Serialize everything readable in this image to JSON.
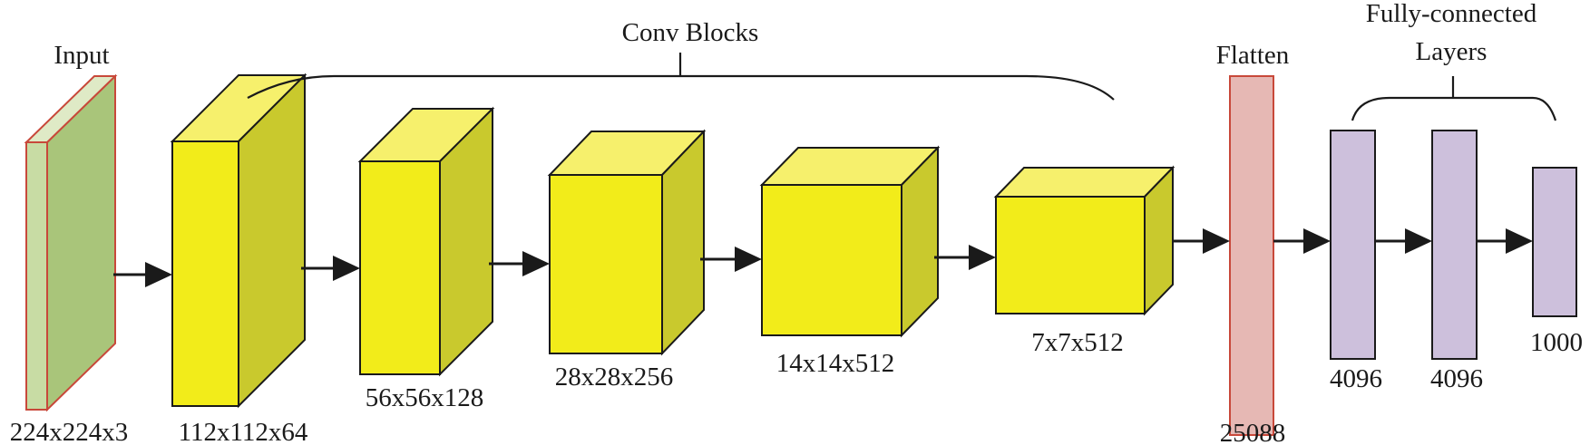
{
  "labels": {
    "input": "Input",
    "conv_blocks": "Conv Blocks",
    "flatten": "Flatten",
    "fc_line1": "Fully-connected",
    "fc_line2": "Layers"
  },
  "dimensions": {
    "input": "224x224x3",
    "conv1": "112x112x64",
    "conv2": "56x56x128",
    "conv3": "28x28x256",
    "conv4": "14x14x512",
    "conv5": "7x7x512",
    "flatten": "25088",
    "fc1": "4096",
    "fc2": "4096",
    "fc3": "1000"
  },
  "colors": {
    "input_front": "#c8dca4",
    "input_side": "#a9c57a",
    "input_outline": "#c8483a",
    "conv_front": "#f2ec1a",
    "conv_top": "#f6f06c",
    "conv_side": "#c9c92d",
    "flatten_fill": "#e6b8b4",
    "flatten_outline": "#c8483a",
    "fc_fill": "#cdc0dc",
    "line": "#1a1a1a"
  }
}
